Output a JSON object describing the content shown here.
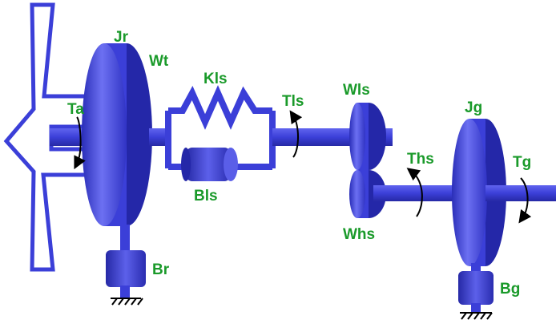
{
  "colors": {
    "component": "#3b3fd8",
    "component_light": "#6a6ef0",
    "component_dark": "#2427a8",
    "label": "#1a9a2a",
    "arrow": "#000000",
    "ground": "#000000"
  },
  "labels": {
    "jr": "Jr",
    "wt": "Wt",
    "ta": "Ta",
    "kls": "Kls",
    "tls": "Tls",
    "bls": "Bls",
    "wls": "Wls",
    "ths": "Ths",
    "whs": "Whs",
    "jg": "Jg",
    "tg": "Tg",
    "br": "Br",
    "bg": "Bg"
  }
}
